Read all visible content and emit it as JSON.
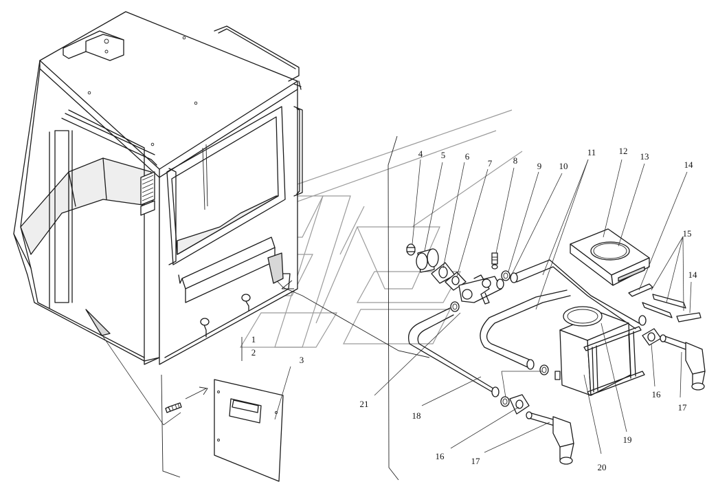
{
  "labels": {
    "l1": "1",
    "l2": "2",
    "l3": "3",
    "l4": "4",
    "l5": "5",
    "l6": "6",
    "l7": "7",
    "l8": "8",
    "l9": "9",
    "l10": "10",
    "l11": "11",
    "l12": "12",
    "l13": "13",
    "l14a": "14",
    "l14b": "14",
    "l15": "15",
    "l16a": "16",
    "l16b": "16",
    "l17a": "17",
    "l17b": "17",
    "l18": "18",
    "l19": "19",
    "l20": "20",
    "l21": "21"
  }
}
